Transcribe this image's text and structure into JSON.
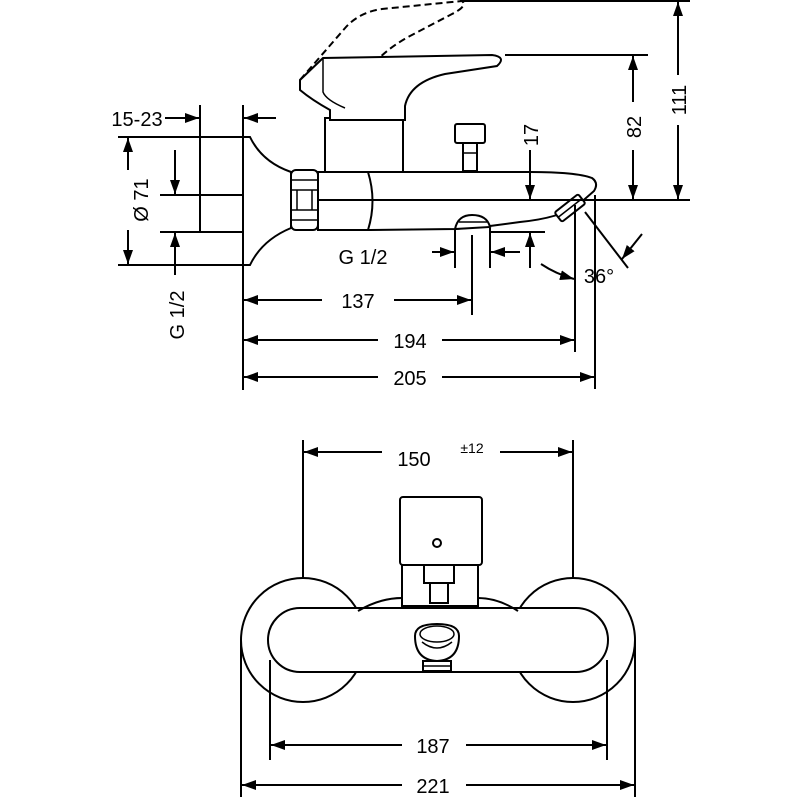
{
  "colors": {
    "line": "#000000",
    "background": "#ffffff"
  },
  "side_view": {
    "wall_depth_label": "15-23",
    "escutcheon_diameter_label": "Ø 71",
    "inlet_thread_label": "G 1/2",
    "outlet_thread_label": "G 1/2",
    "spout_clearance_label": "17",
    "handle_height_label": "82",
    "raised_handle_height_label": "111",
    "spout_angle_label": "36°",
    "outlet_offset_label": "137",
    "spout_length_label": "194",
    "overall_depth_label": "205"
  },
  "front_view": {
    "centers_label": "150",
    "centers_tolerance_label": "±12",
    "body_width_label": "187",
    "overall_width_label": "221"
  }
}
